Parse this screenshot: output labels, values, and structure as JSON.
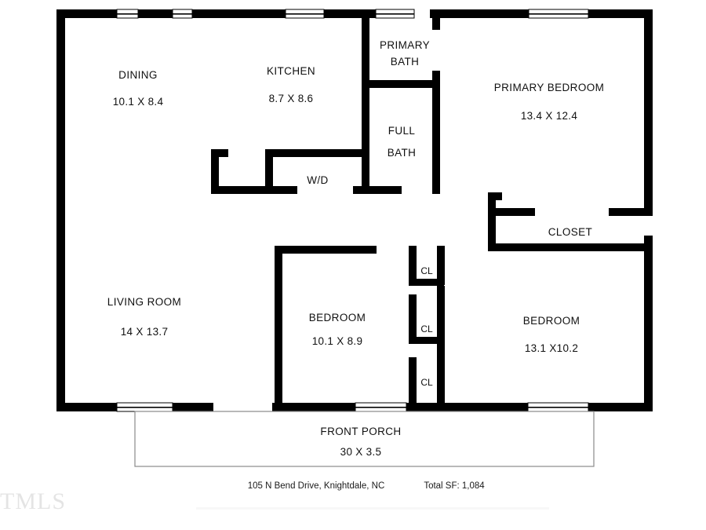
{
  "document": {
    "type": "floor-plan",
    "address_line": "105 N Bend Drive, Knightdale, NC",
    "total_sf_label": "Total SF: 1,084",
    "watermark": "TMLS"
  },
  "colors": {
    "wall": "#000000",
    "background": "#ffffff",
    "porch_outline": "#8a8a8a",
    "watermark": "#cfcfcf"
  },
  "rooms": [
    {
      "id": "dining",
      "name": "DINING",
      "dims": "10.1 X 8.4"
    },
    {
      "id": "kitchen",
      "name": "KITCHEN",
      "dims": "8.7 X 8.6"
    },
    {
      "id": "primary-bath",
      "name_line1": "PRIMARY",
      "name_line2": "BATH",
      "dims": ""
    },
    {
      "id": "primary-bedroom",
      "name": "PRIMARY BEDROOM",
      "dims": "13.4 X 12.4"
    },
    {
      "id": "full-bath",
      "name_line1": "FULL",
      "name_line2": "BATH",
      "dims": ""
    },
    {
      "id": "laundry",
      "name": "W/D",
      "dims": ""
    },
    {
      "id": "closet",
      "name": "CLOSET",
      "dims": ""
    },
    {
      "id": "living-room",
      "name": "LIVING ROOM",
      "dims": "14 X 13.7"
    },
    {
      "id": "bedroom-2",
      "name": "BEDROOM",
      "dims": "10.1 X 8.9"
    },
    {
      "id": "bedroom-3",
      "name": "BEDROOM",
      "dims": "13.1 X10.2"
    },
    {
      "id": "closet-cl-1",
      "name": "CL",
      "dims": ""
    },
    {
      "id": "closet-cl-2",
      "name": "CL",
      "dims": ""
    },
    {
      "id": "closet-cl-3",
      "name": "CL",
      "dims": ""
    },
    {
      "id": "front-porch",
      "name": "FRONT PORCH",
      "dims": "30 X 3.5"
    }
  ],
  "labels": {
    "dining_name": "DINING",
    "dining_dims": "10.1 X 8.4",
    "kitchen_name": "KITCHEN",
    "kitchen_dims": "8.7 X 8.6",
    "primary_bath_line1": "PRIMARY",
    "primary_bath_line2": "BATH",
    "primary_bedroom_name": "PRIMARY BEDROOM",
    "primary_bedroom_dims": "13.4 X 12.4",
    "full_bath_line1": "FULL",
    "full_bath_line2": "BATH",
    "laundry_name": "W/D",
    "closet_name": "CLOSET",
    "living_room_name": "LIVING ROOM",
    "living_room_dims": "14 X 13.7",
    "bedroom2_name": "BEDROOM",
    "bedroom2_dims": "10.1 X 8.9",
    "bedroom3_name": "BEDROOM",
    "bedroom3_dims": "13.1 X10.2",
    "cl1": "CL",
    "cl2": "CL",
    "cl3": "CL",
    "front_porch_name": "FRONT PORCH",
    "front_porch_dims": "30 X 3.5"
  },
  "footer": {
    "address": "105 N Bend Drive, Knightdale, NC",
    "total_sf": "Total SF: 1,084"
  },
  "watermark": {
    "text": "TMLS"
  }
}
